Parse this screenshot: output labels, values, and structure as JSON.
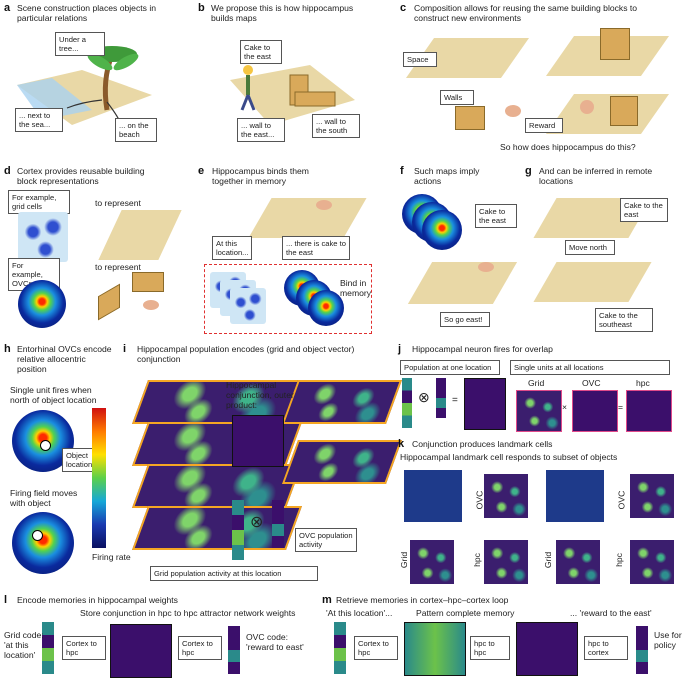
{
  "panels": {
    "a": {
      "letter": "a",
      "title": "Scene construction places objects in particular relations",
      "boxes": {
        "tree": "Under a tree...",
        "sea": "... next to the sea...",
        "beach": "... on the beach"
      }
    },
    "b": {
      "letter": "b",
      "title": "We propose this is how hippocampus builds maps",
      "boxes": {
        "cake": "Cake to the east",
        "wall_east": "... wall to the east...",
        "wall_south": "... wall to the south"
      }
    },
    "c": {
      "letter": "c",
      "title": "Composition allows for reusing the same building blocks to construct new environments",
      "boxes": {
        "space": "Space",
        "walls": "Walls",
        "reward": "Reward"
      },
      "question": "So how does hippocampus do this?"
    },
    "d": {
      "letter": "d",
      "title": "Cortex provides reusable building block representations",
      "boxes": {
        "grid": "For example, grid cells",
        "ovc": "For example, OVCs"
      },
      "represent1": "to represent",
      "represent2": "to represent"
    },
    "e": {
      "letter": "e",
      "title": "Hippocampus binds them together in memory",
      "boxes": {
        "loc": "At this location...",
        "cake": "... there is cake to the east"
      },
      "bind": "Bind in memory"
    },
    "f": {
      "letter": "f",
      "title": "Such maps imply actions",
      "boxes": {
        "cake": "Cake to the east",
        "go": "So go east!"
      }
    },
    "g": {
      "letter": "g",
      "title": "And can be inferred in remote locations",
      "boxes": {
        "cake_east": "Cake to the east",
        "north": "Move north",
        "cake_se": "Cake to the southeast"
      }
    },
    "h": {
      "letter": "h",
      "title": "Entorhinal OVCs encode relative allocentric position",
      "single": "Single unit fires when north of object location",
      "obj": "Object location",
      "moves": "Firing field moves with object",
      "firing_rate": "Firing rate"
    },
    "i": {
      "letter": "i",
      "title": "Hippocampal population encodes (grid and object vector) conjunction",
      "conj": "Hippocampal conjunction, outer product:",
      "ovc_pop": "OVC population activity",
      "grid_pop": "Grid population activity at this location",
      "otimes": "⊗"
    },
    "j": {
      "letter": "j",
      "title": "Hippocampal neuron fires for overlap",
      "pop": "Population at one location",
      "single": "Single units at all locations",
      "grid": "Grid",
      "ovc": "OVC",
      "hpc": "hpc",
      "otimes": "⊗",
      "eq": "=",
      "times": "×"
    },
    "k": {
      "letter": "k",
      "title": "Conjunction produces landmark cells",
      "subtitle": "Hippocampal landmark cell responds to subset of objects",
      "ovc": "OVC",
      "grid": "Grid",
      "hpc": "hpc"
    },
    "l": {
      "letter": "l",
      "title": "Encode memories in hippocampal weights",
      "store": "Store conjunction in hpc to hpc attractor network weights",
      "grid_code": "Grid code: 'at this location'",
      "cortex_hpc1": "Cortex to hpc",
      "cortex_hpc2": "Cortex to hpc",
      "ovc_code": "OVC code: 'reward to east'"
    },
    "m": {
      "letter": "m",
      "title": "Retrieve memories in cortex–hpc–cortex loop",
      "at_loc": "'At this location'...",
      "pattern": "Pattern complete memory",
      "reward": "... 'reward to the east'",
      "cortex_hpc": "Cortex to hpc",
      "hpc_hpc": "hpc to hpc",
      "hpc_cortex": "hpc to cortex",
      "use": "Use for policy"
    }
  },
  "colors": {
    "purple": "#3b0f6b",
    "teal": "#2a8a8a",
    "green": "#6cc24a",
    "sand": "#e9d8a6",
    "wall": "#d9a95a",
    "dashed": "#e03030"
  }
}
